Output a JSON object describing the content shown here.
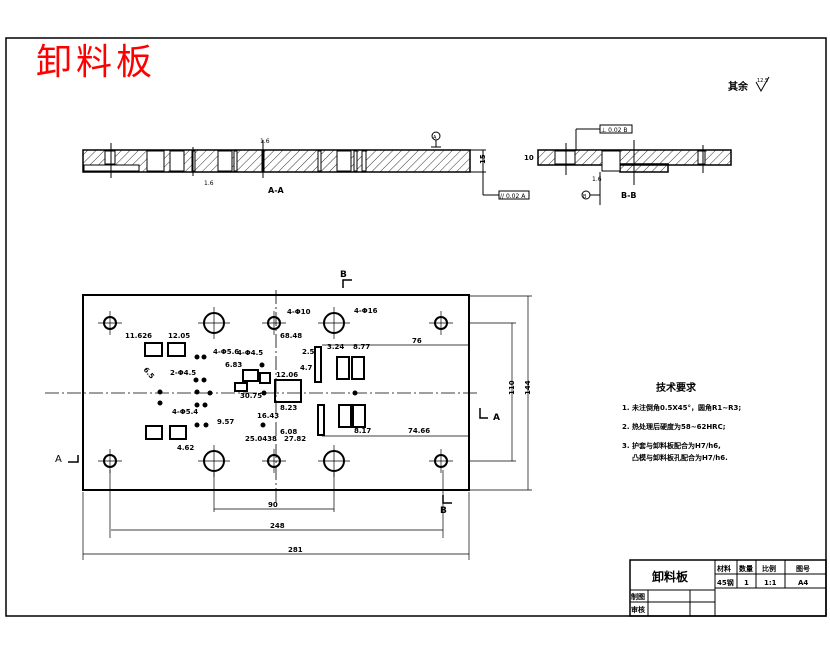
{
  "title": "卸料板",
  "title_color": "#ff0000",
  "roughness_note": {
    "label": "其余",
    "value": "12.5"
  },
  "section_aa": {
    "label": "A-A",
    "thickness": "15",
    "tolerance": "// 0.02 A",
    "roughness_top": "1.6",
    "roughness_bottom": "1.6",
    "datum": "A"
  },
  "section_bb": {
    "label": "B-B",
    "thickness": "10",
    "tolerance": "⊥ 0.02 B",
    "roughness": "1.6",
    "datum": "B"
  },
  "plan_view": {
    "section_marks": {
      "a_left": "A",
      "a_right": "A",
      "b_top": "B",
      "b_bottom": "B"
    },
    "dims": {
      "d90": "90",
      "d248": "248",
      "d281": "281",
      "d110": "110",
      "d144": "144",
      "h4_10": "4-Φ10",
      "h4_16": "4-Φ16",
      "d68": "68.48",
      "d25": "2.5",
      "d47": "4.7",
      "d324": "3.24",
      "d877": "8.77",
      "d76": "76",
      "d7466": "74.66",
      "d817": "8.17",
      "d11626": "11.626",
      "d1205": "12.05",
      "h4_56": "4-Φ5.6",
      "h4_45": "4-Φ4.5",
      "h2_45": "2-Φ4.5",
      "h4_54": "4-Φ5.4",
      "d683": "6.83",
      "d3075": "30.75",
      "d957": "9.57",
      "d1643": "16.43",
      "d608": "6.08",
      "d2782": "27.82",
      "d250438": "25.0438",
      "d462": "4.62",
      "d823": "8.23",
      "d1206": "12.06",
      "d65": "6.5"
    }
  },
  "tech_requirements": {
    "title": "技术要求",
    "items": [
      "1. 未注倒角0.5X45°，圆角R1~R3;",
      "2. 热处理后硬度为58~62HRC;",
      "3. 护套与卸料板配合为H7/h6,",
      "凸模与卸料板孔配合为H7/h6."
    ]
  },
  "title_block": {
    "part_name": "卸料板",
    "headers": [
      "材料",
      "数量",
      "比例",
      "图号"
    ],
    "values": [
      "45钢",
      "1",
      "1:1",
      "A4"
    ],
    "drawn_by_label": "制图",
    "checked_by_label": "审核"
  }
}
